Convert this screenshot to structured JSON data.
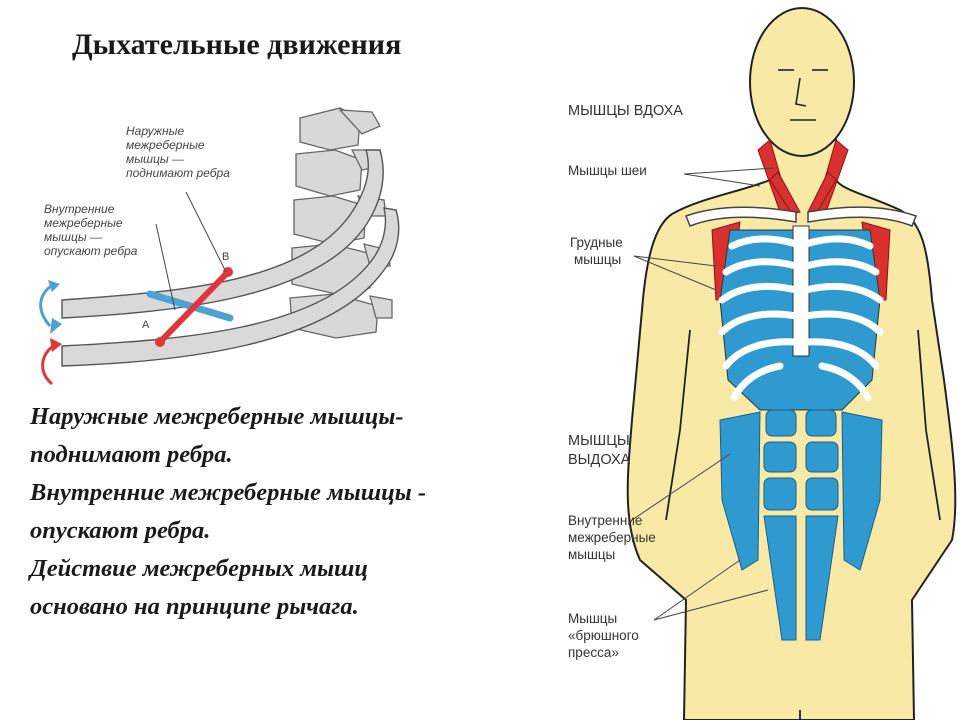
{
  "title": "Дыхательные движения",
  "rib_diagram": {
    "label_external": [
      "Наружные",
      "межреберные",
      "мышцы —",
      "поднимают ребра"
    ],
    "label_internal": [
      "Внутренние",
      "межреберные",
      "мышцы —",
      "опускают ребра"
    ],
    "point_a": "A",
    "point_b": "B",
    "colors": {
      "external": "#e0363a",
      "internal": "#4aa3d4",
      "bone": "#d9d9d9"
    }
  },
  "text_lines": [
    "Наружные межреберные мышцы-",
    "поднимают ребра.",
    "Внутренние межреберные мышцы -",
    "опускают ребра.",
    "Действие межреберных мышц",
    "основано на принципе рычага."
  ],
  "body_diagram": {
    "inhale_header": "МЫШЦЫ ВДОХА",
    "neck_muscles": "Мышцы шеи",
    "chest_muscles": [
      "Грудные",
      "мышцы"
    ],
    "exhale_header": [
      "МЫШЦЫ",
      "ВЫДОХА"
    ],
    "internal_intercostal": [
      "Внутренние",
      "межреберные",
      "мышцы"
    ],
    "abdominal": [
      "Мышцы",
      "«брюшного",
      "пресса»"
    ],
    "colors": {
      "skin": "#f8eaa6",
      "inhale": "#d8312f",
      "exhale": "#2f9ad0",
      "bone": "#ffffff"
    }
  }
}
